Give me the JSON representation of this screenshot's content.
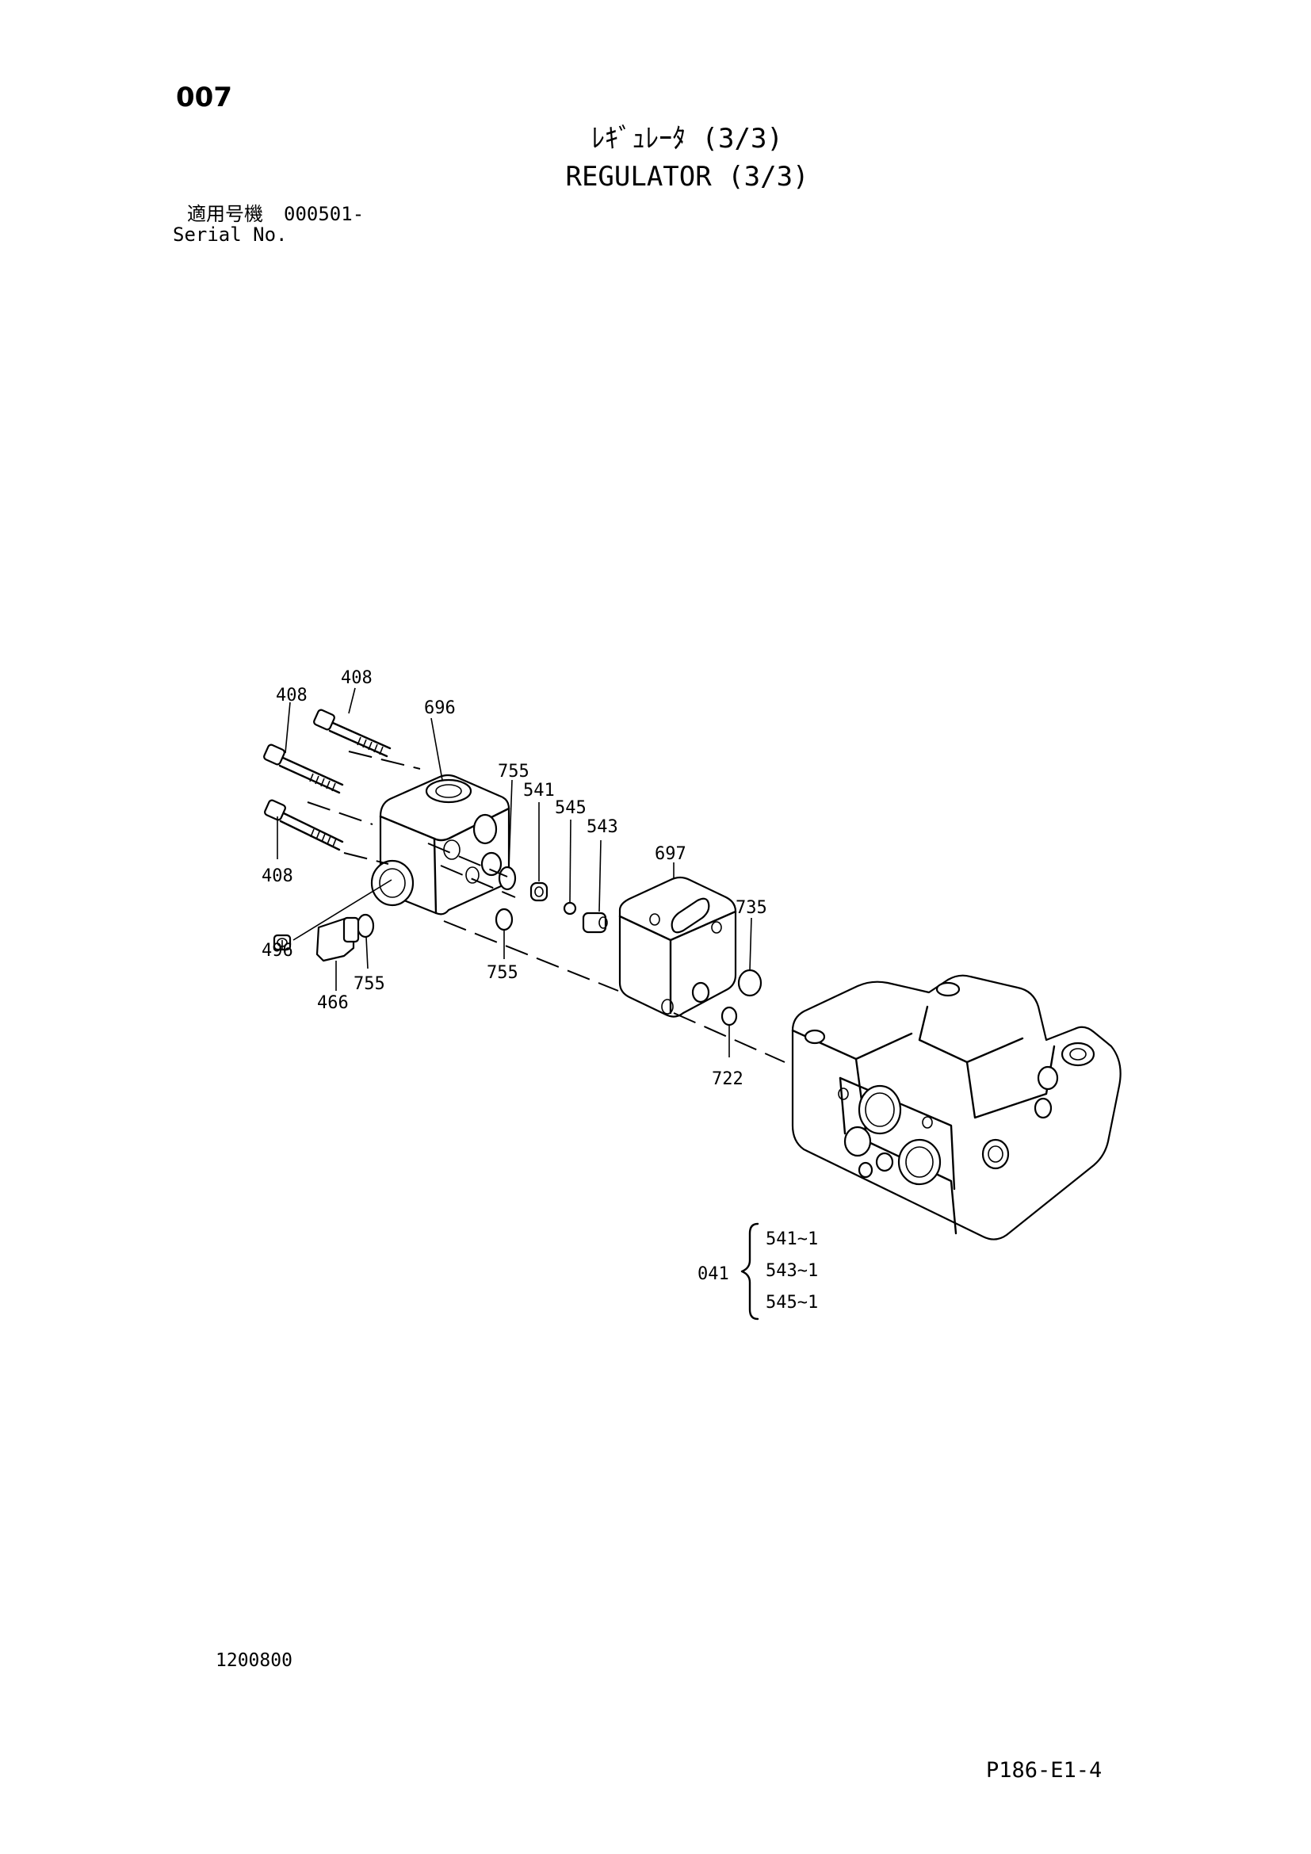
{
  "header": {
    "page_number": "007",
    "title_jp": "ﾚｷﾞｭﾚｰﾀ (3/3)",
    "title_en": "REGULATOR (3/3)",
    "serial_label_jp": "適用号機",
    "serial_value": "000501-",
    "serial_label_en": "Serial No."
  },
  "callouts": {
    "c408_top": "408",
    "c408_mid": "408",
    "c408_low": "408",
    "c696": "696",
    "c755_a": "755",
    "c541": "541",
    "c545": "545",
    "c543": "543",
    "c697": "697",
    "c735": "735",
    "c496": "496",
    "c466": "466",
    "c755_b": "755",
    "c755_c": "755",
    "c722": "722"
  },
  "kit": {
    "number": "041",
    "items": [
      "541~1",
      "543~1",
      "545~1"
    ]
  },
  "footer": {
    "doc_code": "1200800",
    "page_ref": "P186-E1-4"
  }
}
